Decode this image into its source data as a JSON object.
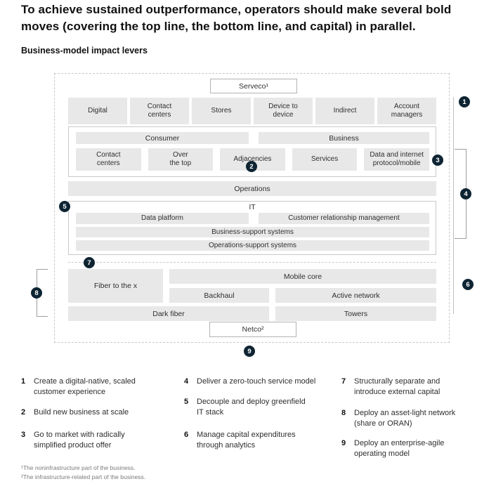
{
  "header": {
    "title": "To achieve sustained outperformance, operators should make several bold moves (covering the top line, the bottom line, and capital) in parallel.",
    "subtitle": "Business-model impact levers"
  },
  "diagram": {
    "serveco_label": "Serveco¹",
    "netco_label": "Netco²",
    "channels": [
      "Digital",
      "Contact\ncenters",
      "Stores",
      "Device to\ndevice",
      "Indirect",
      "Account\nmanagers"
    ],
    "segments": {
      "consumer": "Consumer",
      "business": "Business"
    },
    "offerings": [
      "Contact\ncenters",
      "Over\nthe top",
      "Adjacencies",
      "Services",
      "Data and internet\nprotocol/mobile"
    ],
    "operations_label": "Operations",
    "it": {
      "label": "IT",
      "data_platform": "Data platform",
      "crm": "Customer relationship management",
      "bss": "Business-support systems",
      "oss": "Operations-support systems"
    },
    "network": {
      "fiber": "Fiber to the x",
      "mobile_core": "Mobile core",
      "backhaul": "Backhaul",
      "active_network": "Active network",
      "dark_fiber": "Dark fiber",
      "towers": "Towers"
    }
  },
  "markers": {
    "m1": "1",
    "m2": "2",
    "m3": "3",
    "m4": "4",
    "m5": "5",
    "m6": "6",
    "m7": "7",
    "m8": "8",
    "m9": "9"
  },
  "legend": [
    {
      "num": "1",
      "text": "Create a digital-native, scaled\ncustomer experience"
    },
    {
      "num": "2",
      "text": "Build new business at scale"
    },
    {
      "num": "3",
      "text": "Go to market with radically\nsimplified product offer"
    },
    {
      "num": "4",
      "text": "Deliver a zero-touch service model"
    },
    {
      "num": "5",
      "text": "Decouple and deploy greenfield\nIT stack"
    },
    {
      "num": "6",
      "text": "Manage capital expenditures\nthrough analytics"
    },
    {
      "num": "7",
      "text": "Structurally separate and\nintroduce external capital"
    },
    {
      "num": "8",
      "text": "Deploy an asset-light network\n(share or ORAN)"
    },
    {
      "num": "9",
      "text": "Deploy an enterprise-agile\noperating model"
    }
  ],
  "footnotes": [
    "¹The noninfrastructure part of the business.",
    "²The infrastructure-related part of the business."
  ],
  "colors": {
    "box_gray": "#e8e8e8",
    "marker_navy": "#0e2433",
    "border_gray": "#c9c9c9",
    "text_dark": "#1a1a1a"
  }
}
